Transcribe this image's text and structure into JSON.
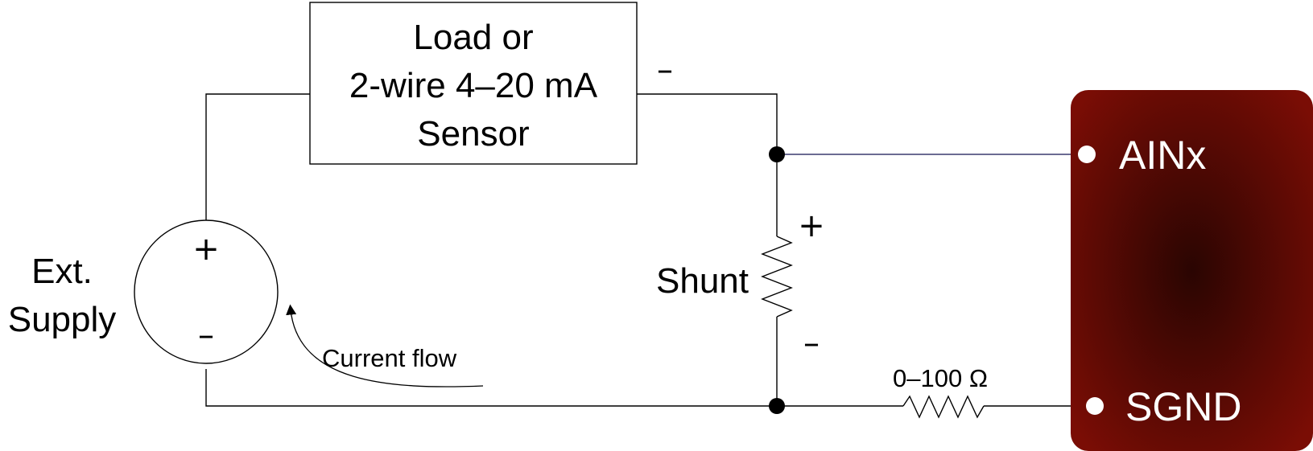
{
  "sensor": {
    "line1": "Load or",
    "line2": "2-wire 4–20 mA",
    "line3": "Sensor",
    "minus": "–"
  },
  "supply": {
    "label_line1": "Ext.",
    "label_line2": "Supply",
    "plus": "+",
    "minus": "–"
  },
  "current": {
    "label": "Current flow"
  },
  "shunt": {
    "label": "Shunt",
    "plus": "+",
    "minus": "–"
  },
  "resistor": {
    "label": "0–100 Ω"
  },
  "device": {
    "terminal_top": "AINx",
    "terminal_bottom": "SGND",
    "color_edge": "#7a0d05",
    "color_center": "#2a0502"
  }
}
